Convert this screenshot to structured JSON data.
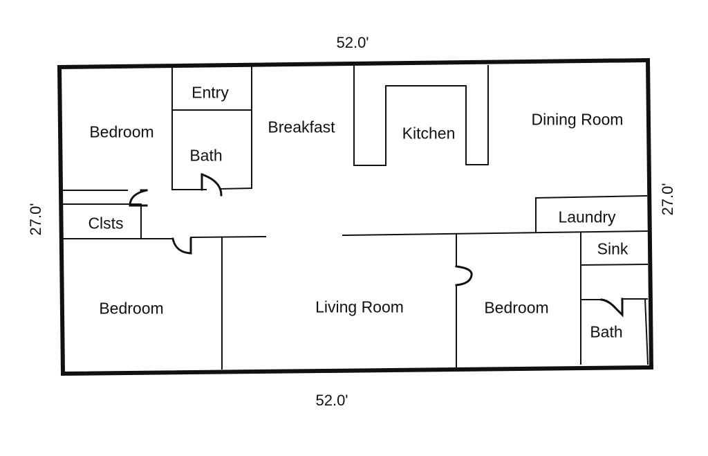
{
  "dimensions": {
    "top": "52.0'",
    "bottom": "52.0'",
    "left": "27.0'",
    "right": "27.0'"
  },
  "rooms": {
    "bedroom_top_left": "Bedroom",
    "entry": "Entry",
    "bath_top": "Bath",
    "breakfast": "Breakfast",
    "kitchen": "Kitchen",
    "dining_room": "Dining Room",
    "closets": "Clsts",
    "laundry": "Laundry",
    "sink": "Sink",
    "bedroom_bottom_left": "Bedroom",
    "living_room": "Living Room",
    "bedroom_bottom_right": "Bedroom",
    "bath_bottom": "Bath"
  },
  "colors": {
    "wall": "#111111",
    "background": "#ffffff"
  }
}
